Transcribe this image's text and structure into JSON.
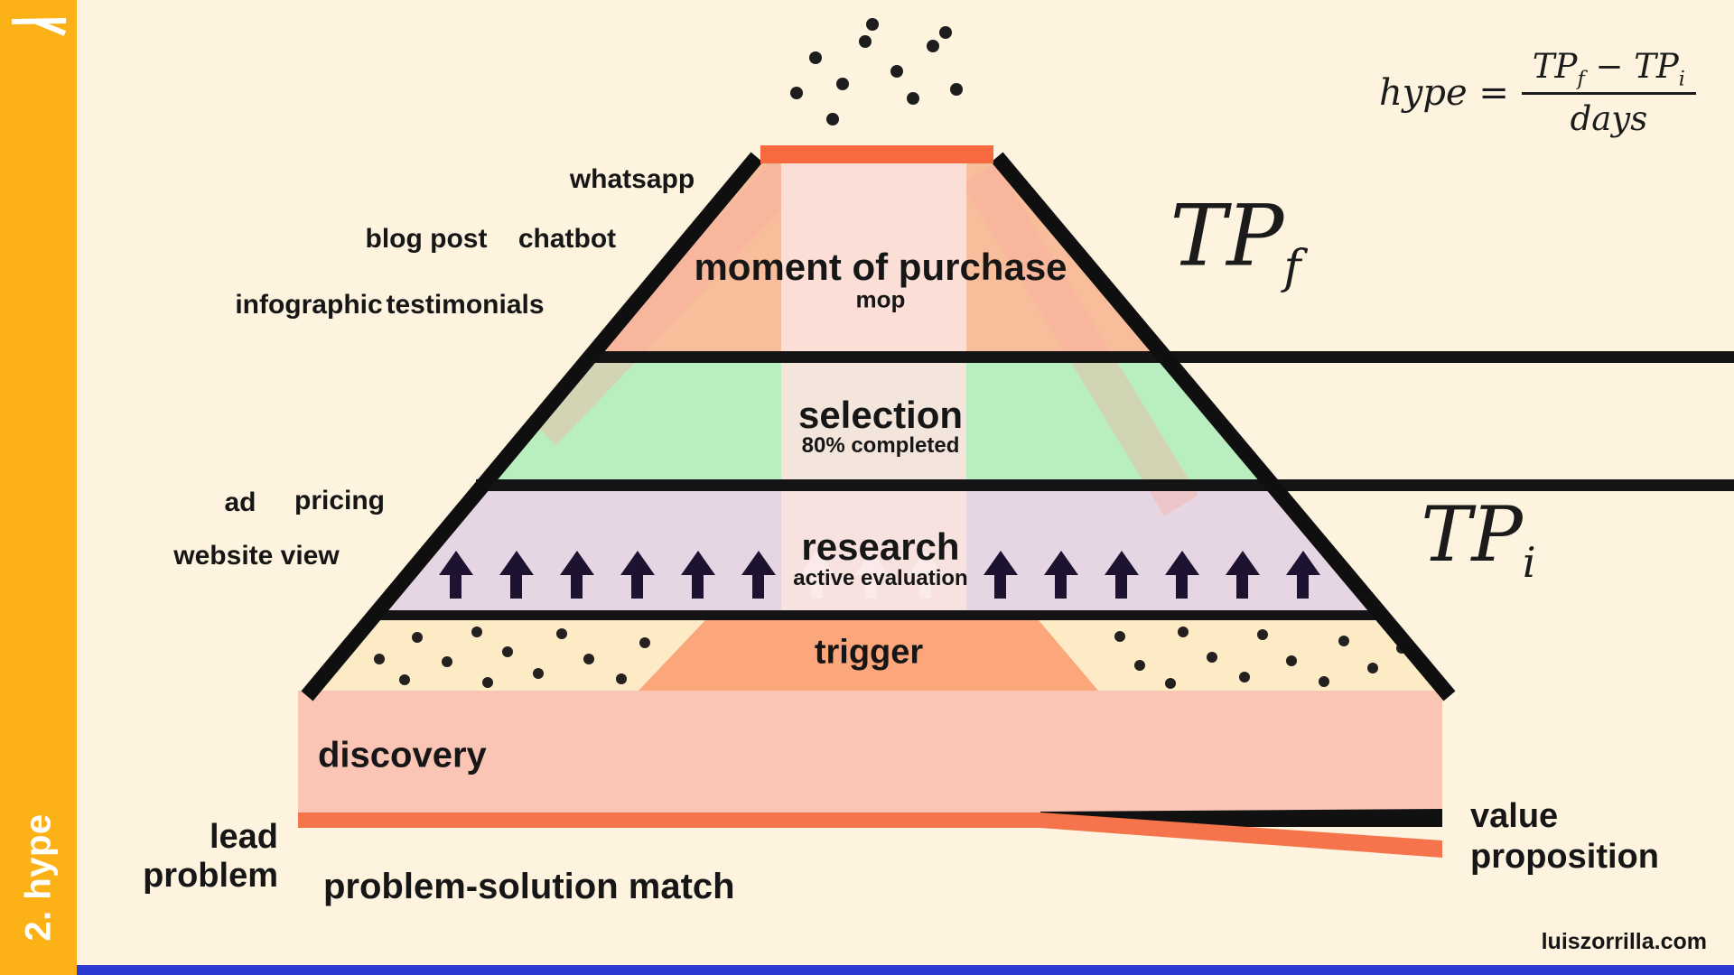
{
  "sidebar": {
    "title": "2. hype"
  },
  "formula": {
    "lhs": "hype",
    "equals": "=",
    "tp": "TP",
    "sub_final": "f",
    "minus": "−",
    "sub_initial": "i",
    "denominator": "days"
  },
  "markers": {
    "tp_base": "TP",
    "final_sub": "f",
    "initial_sub": "i"
  },
  "funnel": {
    "mop_title": "moment of purchase",
    "mop_subtitle": "mop",
    "selection_title": "selection",
    "selection_subtitle": "80% completed",
    "research_title": "research",
    "research_subtitle": "active evaluation",
    "trigger_title": "trigger",
    "discovery_title": "discovery"
  },
  "channels": {
    "whatsapp": "whatsapp",
    "blog_post": "blog post",
    "chatbot": "chatbot",
    "infographic": "infographic",
    "testimonials": "testimonials",
    "ad": "ad",
    "pricing": "pricing",
    "website_view": "website view"
  },
  "bottom": {
    "lead_line1": "lead",
    "lead_line2": "problem",
    "problem_solution": "problem-solution match",
    "value_line1": "value",
    "value_line2": "proposition",
    "credit": "luiszorrilla.com"
  },
  "colors": {
    "background": "#FDF3DF",
    "sidebar": "#FCB117",
    "crater": "#F9693F",
    "mop_band": "#F8BE9B",
    "selection_band": "#B9EFC0",
    "research_band": "#E6D5E3",
    "trigger_band": "#FCEBC4",
    "trigger_center": "#FBA67B",
    "discovery_band": "#FAC5B4",
    "center_column": "#FBE4DF",
    "accent_line": "#F6744B",
    "arrow": "#1D1230",
    "ink": "#161616",
    "footer_bar": "#2B3AD0"
  }
}
